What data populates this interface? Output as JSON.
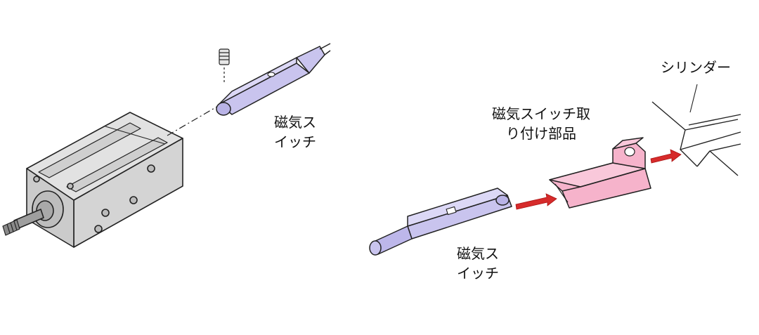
{
  "labels": {
    "switch_left_line1": "磁気ス",
    "switch_left_line2": "イッチ",
    "bracket_line1": "磁気スイッチ取",
    "bracket_line2": "り付け部品",
    "switch_right_line1": "磁気ス",
    "switch_right_line2": "イッチ",
    "cylinder": "シリンダー"
  },
  "colors": {
    "switch_fill": "#c9c4ee",
    "bracket_fill": "#f6b3cb",
    "arrow_fill": "#d62b2b",
    "cylinder_fill": "#d9d9d9",
    "line": "#222222"
  }
}
